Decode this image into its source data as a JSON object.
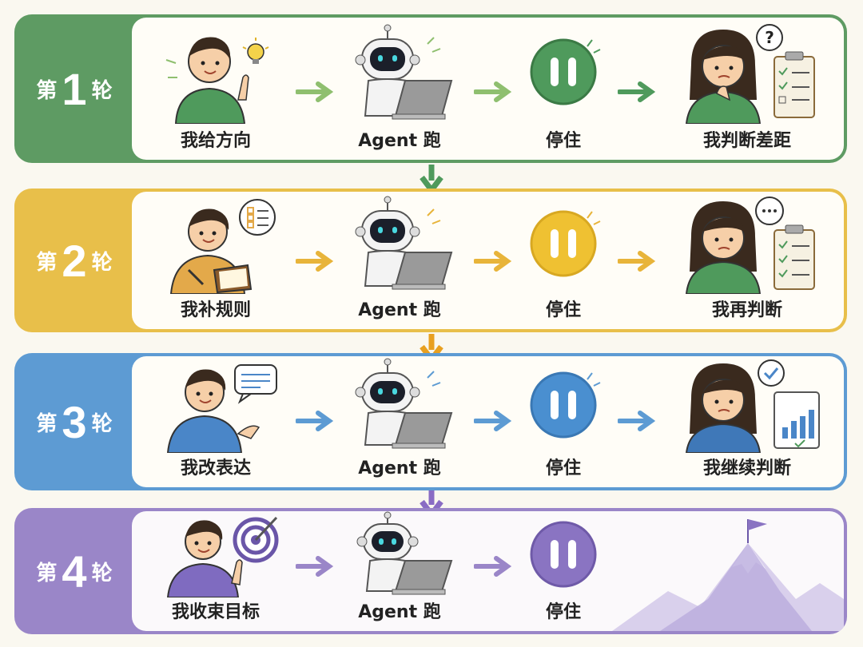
{
  "rounds": [
    {
      "prefix": "第",
      "number": "1",
      "suffix": "轮",
      "color": "#5e9b63",
      "border": "#6fa56f",
      "steps": [
        "我给方向",
        "Agent 跑",
        "停住",
        "我判断差距"
      ]
    },
    {
      "prefix": "第",
      "number": "2",
      "suffix": "轮",
      "color": "#e8bf4a",
      "border": "#e9c55b",
      "steps": [
        "我补规则",
        "Agent 跑",
        "停住",
        "我再判断"
      ]
    },
    {
      "prefix": "第",
      "number": "3",
      "suffix": "轮",
      "color": "#5d9bd3",
      "border": "#79abd8",
      "steps": [
        "我改表达",
        "Agent 跑",
        "停住",
        "我继续判断"
      ]
    },
    {
      "prefix": "第",
      "number": "4",
      "suffix": "轮",
      "color": "#9a86c8",
      "border": "#ab9ad1",
      "steps": [
        "我收束目标",
        "Agent 跑",
        "停住"
      ]
    }
  ],
  "icons": {
    "lightbulb": "lightbulb-icon",
    "question_bubble": "?",
    "pause": "pause-icon",
    "checklist": "checklist-icon",
    "target": "target-icon",
    "mountain_flag": "mountain-flag-icon"
  }
}
